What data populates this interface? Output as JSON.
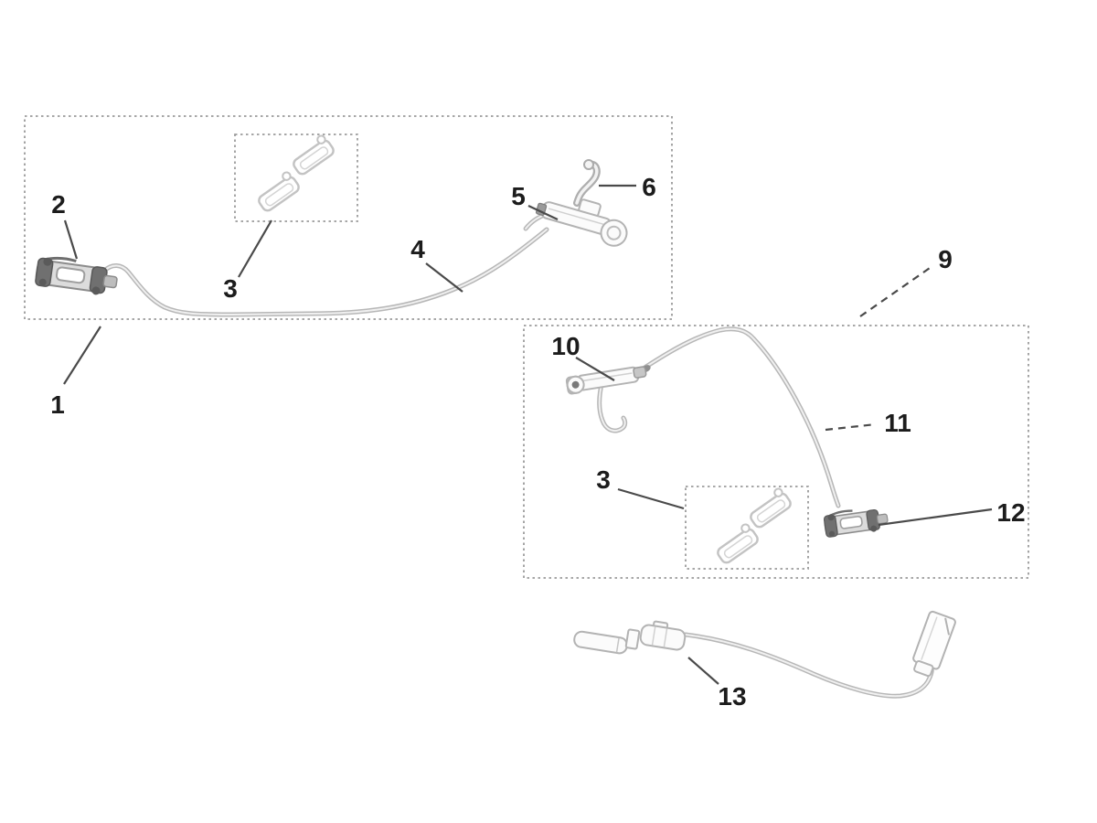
{
  "colors": {
    "background": "#ffffff",
    "part_line_light": "#b7b7b7",
    "part_fill_dark": "#707070",
    "label_text": "#1c1c1c",
    "leader_line": "#4a4a4a",
    "box_border": "#9b9b9b"
  },
  "callouts": [
    {
      "label": "1",
      "part": "front-brake-assembly-kit"
    },
    {
      "label": "2",
      "part": "front-brake-caliper"
    },
    {
      "label": "3",
      "part": "front-brake-pad-set"
    },
    {
      "label": "4",
      "part": "front-brake-hose"
    },
    {
      "label": "5",
      "part": "front-brake-lever"
    },
    {
      "label": "6",
      "part": "lever-clamp-bracket"
    },
    {
      "label": "9",
      "part": "rear-brake-assembly-kit"
    },
    {
      "label": "10",
      "part": "rear-brake-lever"
    },
    {
      "label": "11",
      "part": "rear-brake-hose"
    },
    {
      "label": "12",
      "part": "rear-brake-caliper"
    },
    {
      "label": "3",
      "part": "rear-brake-pad-set"
    },
    {
      "label": "13",
      "part": "speed-sensor-cable"
    }
  ]
}
